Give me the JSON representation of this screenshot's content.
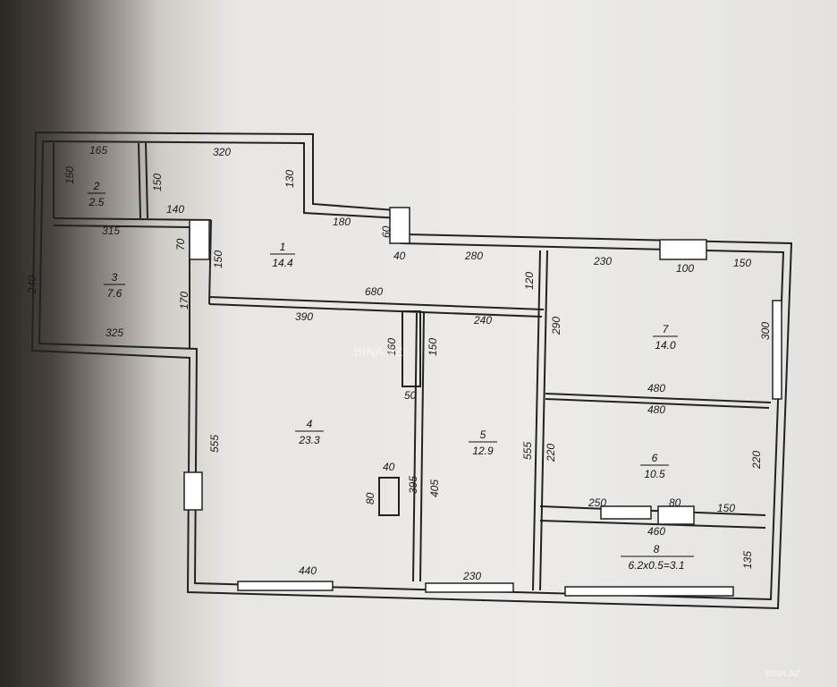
{
  "watermark": {
    "center": "BINA.AZ",
    "corner": "BINA.AZ"
  },
  "rooms": [
    {
      "id": "room-1",
      "number": "1",
      "area": "14.4"
    },
    {
      "id": "room-2",
      "number": "2",
      "area": "2.5"
    },
    {
      "id": "room-3",
      "number": "3",
      "area": "7.6"
    },
    {
      "id": "room-4",
      "number": "4",
      "area": "23.3"
    },
    {
      "id": "room-5",
      "number": "5",
      "area": "12.9"
    },
    {
      "id": "room-6",
      "number": "6",
      "area": "10.5"
    },
    {
      "id": "room-7",
      "number": "7",
      "area": "14.0"
    },
    {
      "id": "room-8",
      "number": "8",
      "area": "6.2x0.5=3.1"
    }
  ],
  "dimensions": {
    "d165": "165",
    "d150a": "150",
    "d150b": "150",
    "d320": "320",
    "d130": "130",
    "d140": "140",
    "d180": "180",
    "d60": "60",
    "d315": "315",
    "d70": "70",
    "d150c": "150",
    "d40a": "40",
    "d280": "280",
    "d230a": "230",
    "d100": "100",
    "d150d": "150",
    "d240a": "240",
    "d170": "170",
    "d680": "680",
    "d120": "120",
    "d325": "325",
    "d390": "390",
    "d240b": "240",
    "d290": "290",
    "d300": "300",
    "d160": "160",
    "d150e": "150",
    "d50": "50",
    "d480a": "480",
    "d480b": "480",
    "d555a": "555",
    "d555b": "555",
    "d220a": "220",
    "d220b": "220",
    "d40b": "40",
    "d80a": "80",
    "d395": "395",
    "d405": "405",
    "d250": "250",
    "d80b": "80",
    "d150f": "150",
    "d460": "460",
    "d135": "135",
    "d440": "440",
    "d230b": "230"
  }
}
